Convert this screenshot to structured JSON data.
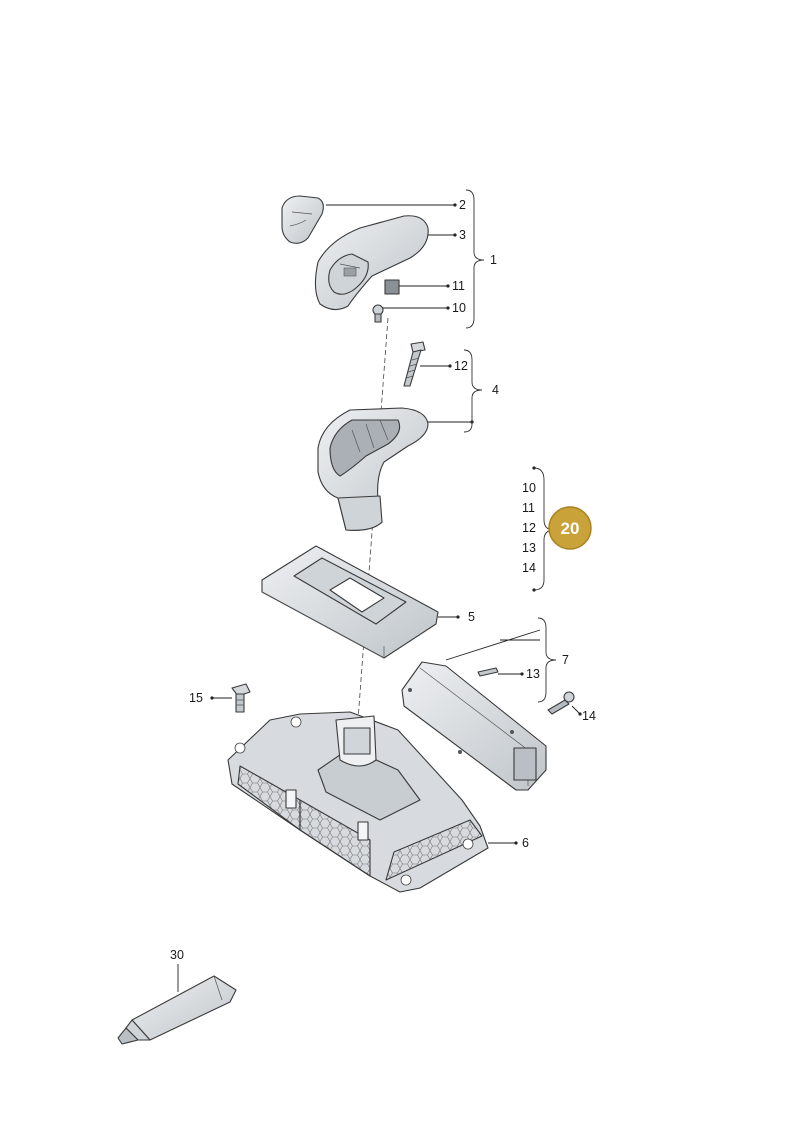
{
  "labels": {
    "l1": "1",
    "l2": "2",
    "l3": "3",
    "l4": "4",
    "l5": "5",
    "l6": "6",
    "l7": "7",
    "l10": "10",
    "l11": "11",
    "l12": "12",
    "l13": "13",
    "l14": "14",
    "l15": "15",
    "l30": "30"
  },
  "kit": {
    "badge": "20",
    "items": [
      "10",
      "11",
      "12",
      "13",
      "14"
    ]
  },
  "colors": {
    "part_fill": "#dfe3e6",
    "part_shade": "#b9bfc4",
    "badge": "#c9a23a"
  }
}
